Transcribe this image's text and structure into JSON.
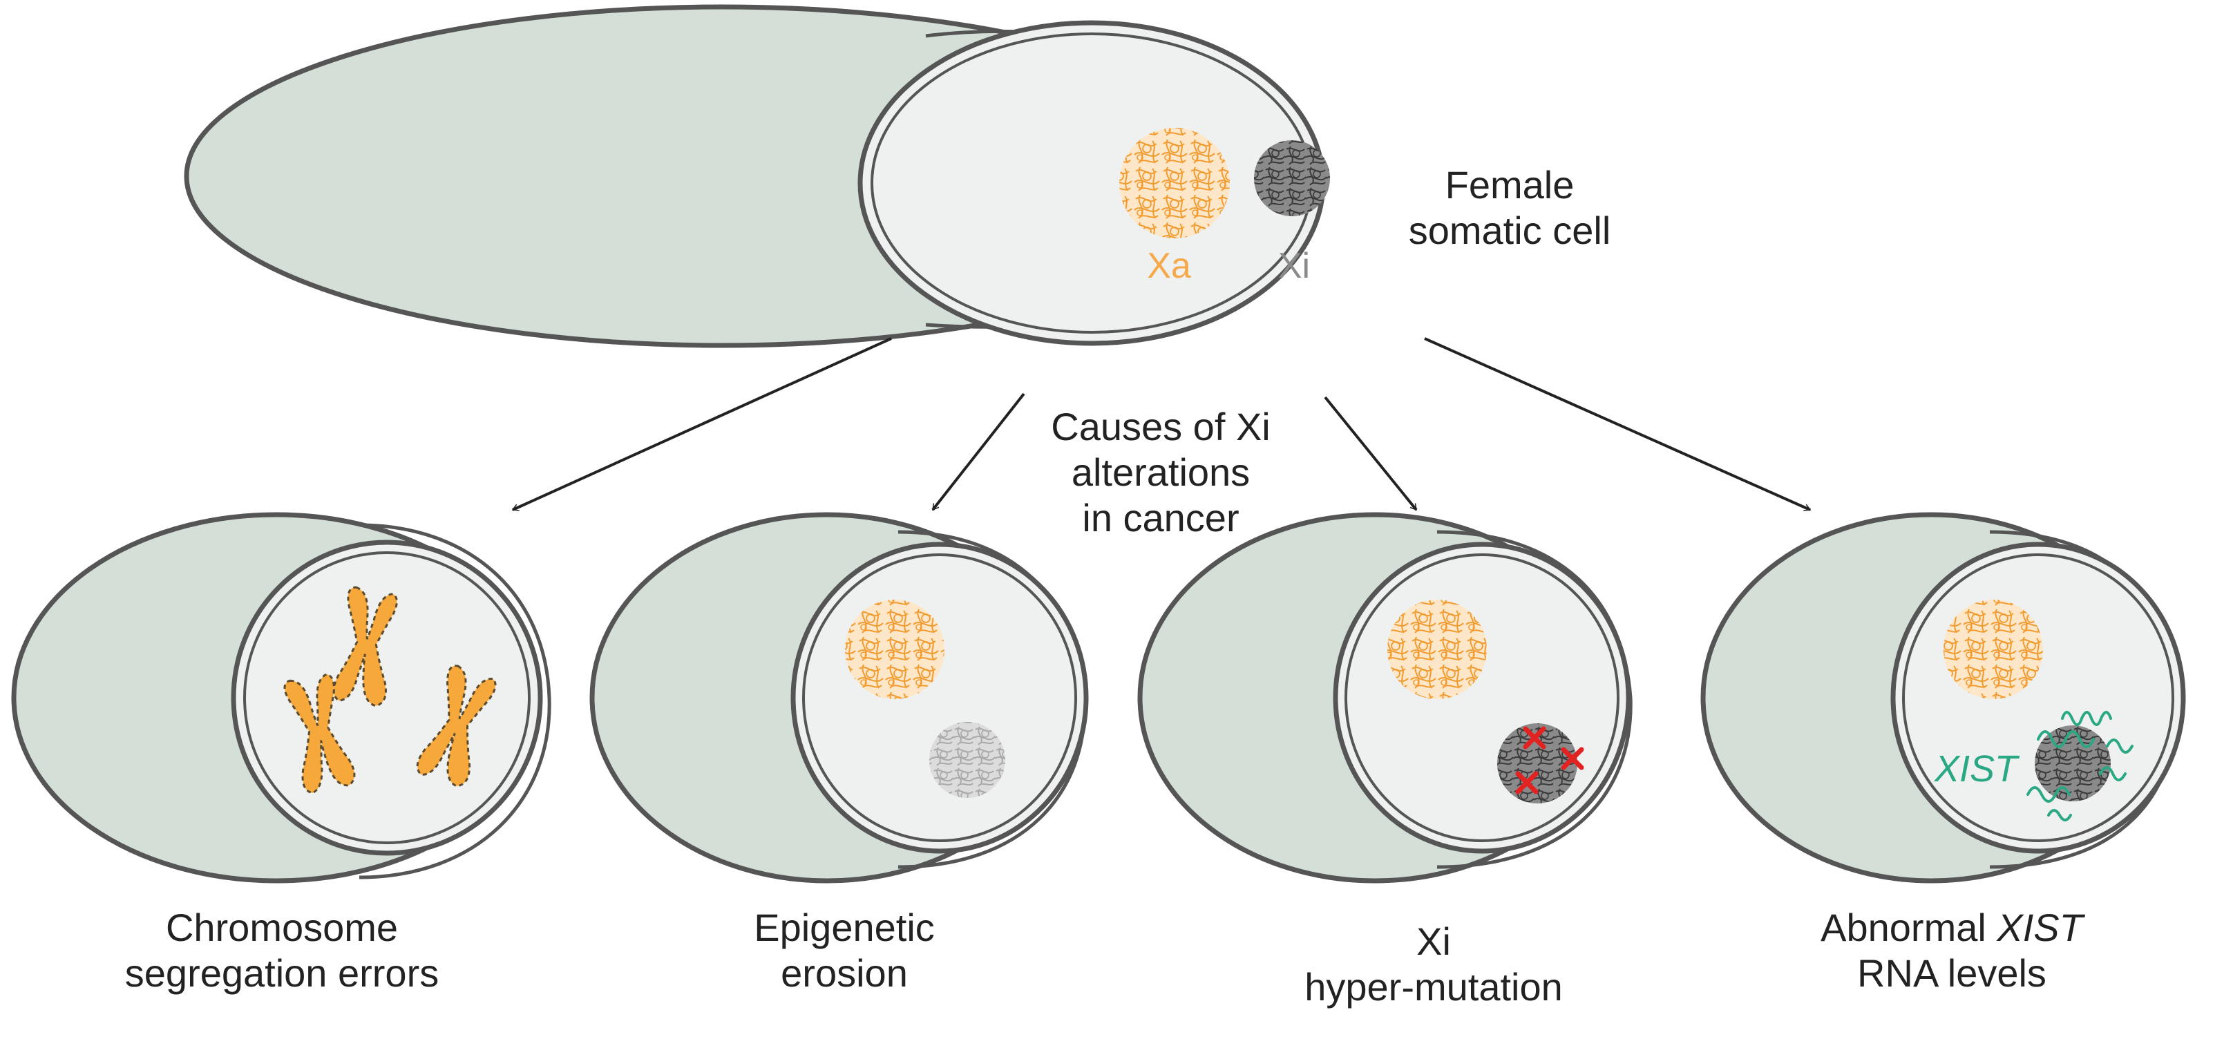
{
  "colors": {
    "cytoplasm": "#d4dfd7",
    "cell_outline": "#555555",
    "nucleoplasm": "#eef1f0",
    "active_x": "#f6a94b",
    "inactive_x": "#5c5c5c",
    "eroded_x": "#b7b7b7",
    "mutation": "#e32222",
    "xist_rna": "#2aa883",
    "arrow": "#222222",
    "text": "#222222"
  },
  "top_cell": {
    "label_line1": "Female",
    "label_line2": "somatic cell",
    "xa_label": "Xa",
    "xi_label": "Xi"
  },
  "center_caption": {
    "line1": "Causes of Xi",
    "line2": "alterations",
    "line3": "in cancer"
  },
  "outcomes": [
    {
      "line1": "Chromosome",
      "line2": "segregation errors",
      "icon": "x-chromosome-icon"
    },
    {
      "line1": "Epigenetic",
      "line2": "erosion",
      "icon": "eroded-chromatin-icon"
    },
    {
      "line1": "Xi",
      "line2": "hyper-mutation",
      "icon": "mutation-cross-icon"
    },
    {
      "line1_prefix": "Abnormal ",
      "line1_italic": "XIST",
      "line2": "RNA levels",
      "xist_label": "XIST",
      "icon": "xist-rna-icon"
    }
  ]
}
